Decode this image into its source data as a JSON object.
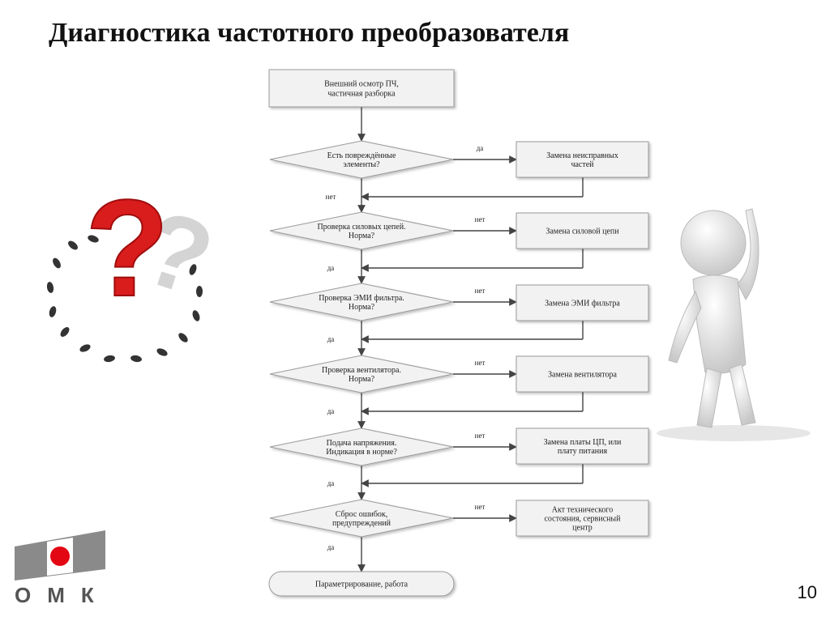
{
  "slide": {
    "title": "Диагностика частотного преобразователя",
    "page_number": "10",
    "logo_text": "ОМК"
  },
  "flowchart": {
    "start": [
      "Внешний осмотр ПЧ,",
      "частичная разборка"
    ],
    "decisions": [
      {
        "lines": [
          "Есть повреждённые",
          "элементы?"
        ],
        "branch_label": "да",
        "continue_label": "нет",
        "action": [
          "Замена неисправных",
          "частей"
        ]
      },
      {
        "lines": [
          "Проверка силовых цепей.",
          "Норма?"
        ],
        "branch_label": "нет",
        "continue_label": "да",
        "action": [
          "Замена силовой цепи"
        ]
      },
      {
        "lines": [
          "Проверка ЭМИ фильтра.",
          "Норма?"
        ],
        "branch_label": "нет",
        "continue_label": "да",
        "action": [
          "Замена ЭМИ фильтра"
        ]
      },
      {
        "lines": [
          "Проверка вентилятора.",
          "Норма?"
        ],
        "branch_label": "нет",
        "continue_label": "да",
        "action": [
          "Замена вентилятора"
        ]
      },
      {
        "lines": [
          "Подача напряжения.",
          "Индикация в норме?"
        ],
        "branch_label": "нет",
        "continue_label": "да",
        "action": [
          "Замена платы ЦП, или",
          "плату питания"
        ]
      },
      {
        "lines": [
          "Сброс ошибок,",
          "предупреждений"
        ],
        "branch_label": "нет",
        "continue_label": "да",
        "action": [
          "Акт технического",
          "состояния, сервисный",
          "центр"
        ]
      }
    ],
    "end": "Параметрирование, работа"
  },
  "colors": {
    "box_fill": "#f2f2f2",
    "box_stroke": "#9a9a9a",
    "line": "#444444",
    "question_red": "#d91c1c",
    "logo_gray": "#8a8a8a",
    "logo_red": "#e30613"
  },
  "icons": {
    "left_decoration": "question-mark-footprints-icon",
    "right_decoration": "thinking-figure-icon",
    "logo": "omk-logo-icon"
  }
}
